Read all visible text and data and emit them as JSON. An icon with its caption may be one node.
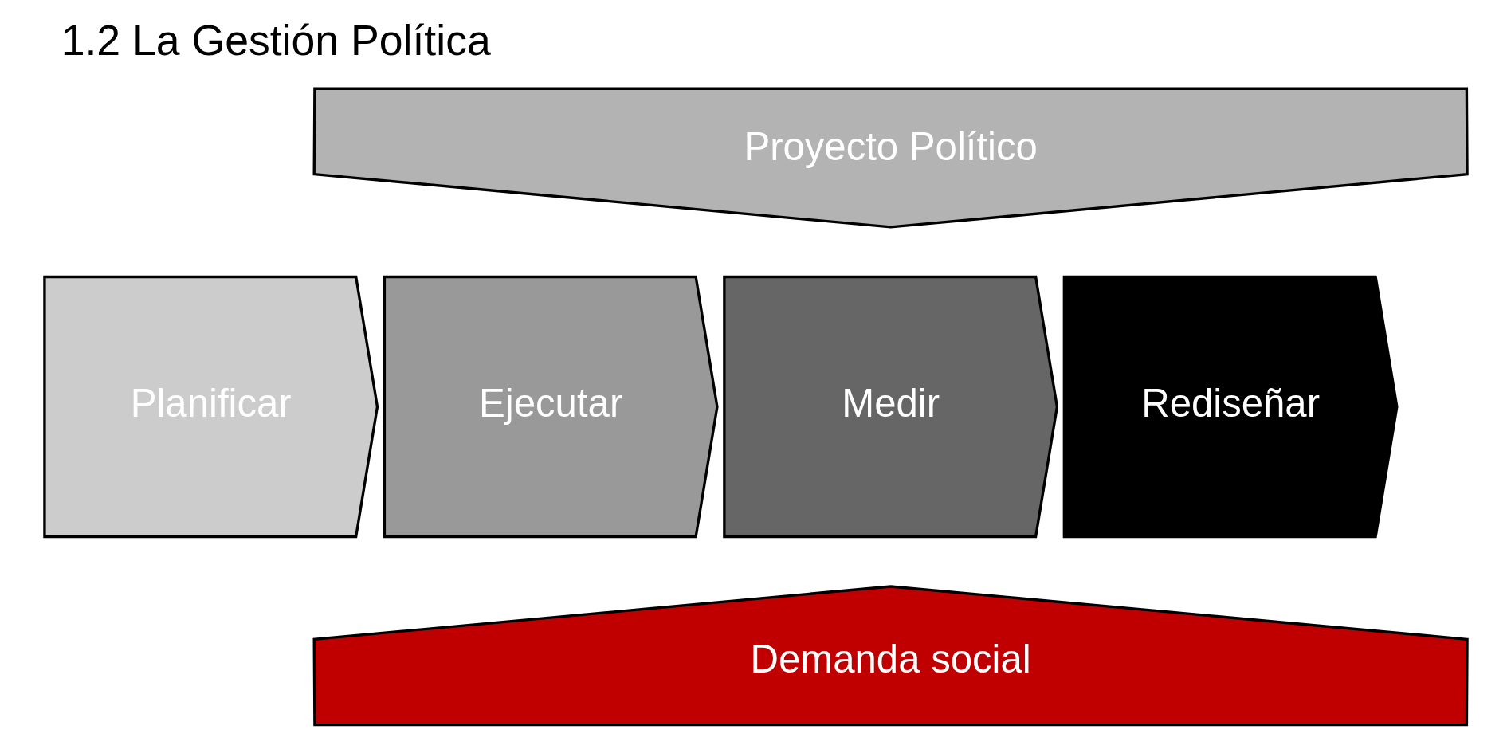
{
  "diagram": {
    "title": "1.2 La Gestión Política",
    "nodes": [
      {
        "text": [
          "Proyecto Político"
        ]
      },
      {
        "text": [
          "Planificar"
        ]
      },
      {
        "text": [
          "Ejecutar"
        ]
      },
      {
        "text": [
          "Medir"
        ]
      },
      {
        "text": [
          "Rediseñar"
        ]
      },
      {
        "text": [
          "Demanda social"
        ]
      }
    ]
  }
}
